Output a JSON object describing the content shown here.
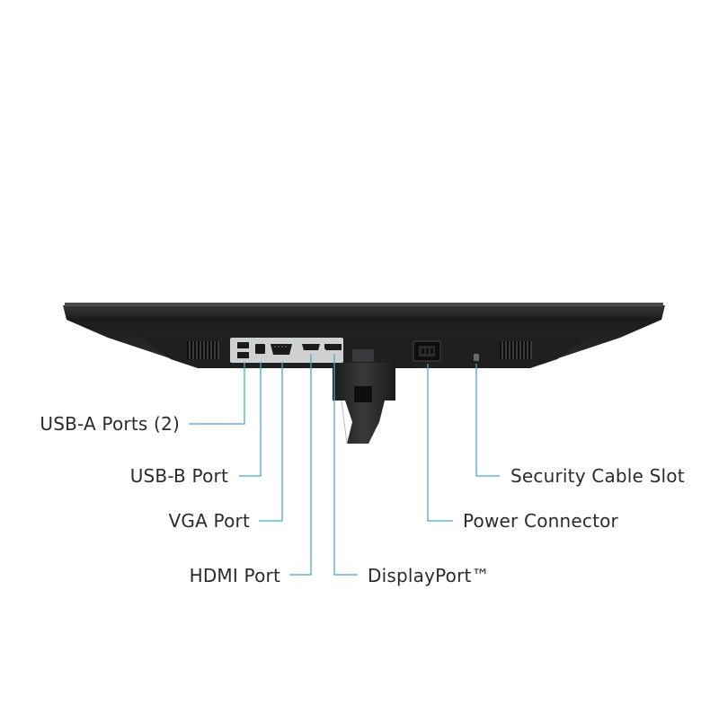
{
  "callouts": {
    "usb_a": "USB-A Ports (2)",
    "usb_b": "USB-B Port",
    "vga": "VGA Port",
    "hdmi": "HDMI Port",
    "displayport": "DisplayPort™",
    "power": "Power Connector",
    "security": "Security Cable Slot"
  },
  "colors": {
    "leader_line": "#4aa8c8",
    "monitor_body": "#2a2a2c",
    "label_text": "#2b2b2b"
  }
}
